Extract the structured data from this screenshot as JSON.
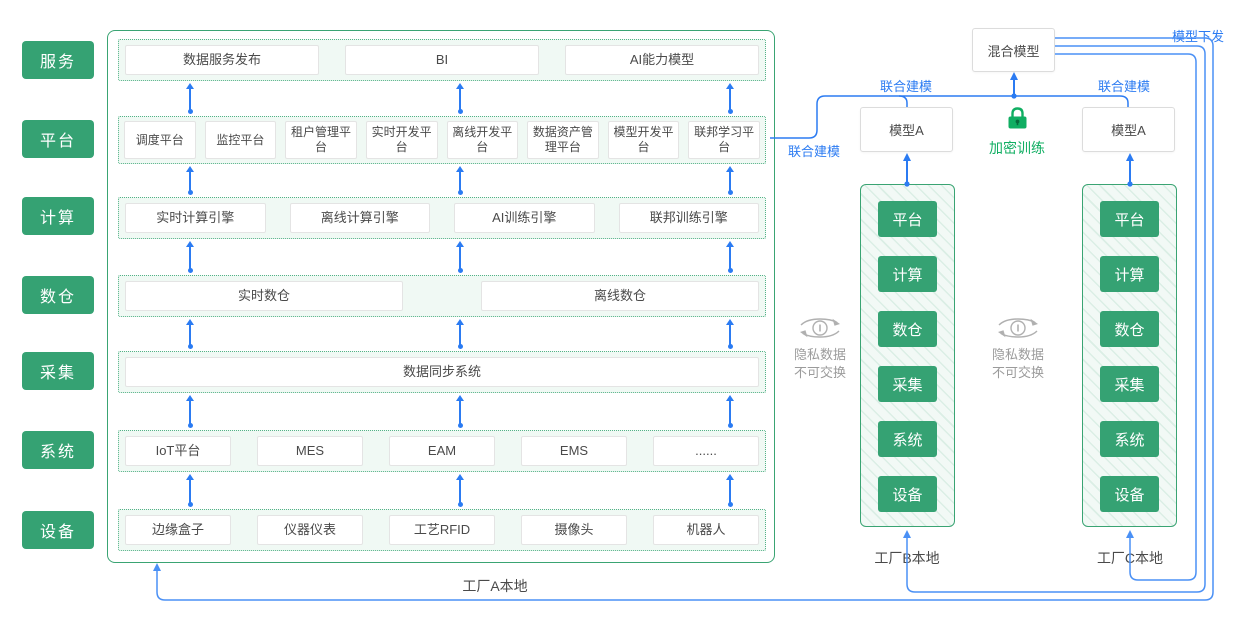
{
  "palette": {
    "green": "#35a273",
    "green_bright": "#10ae62",
    "blue": "#2b7bf2",
    "blue_light": "#4a90f5",
    "gray": "#9b9b9b"
  },
  "layers": [
    {
      "label": "服务"
    },
    {
      "label": "平台"
    },
    {
      "label": "计算"
    },
    {
      "label": "数仓"
    },
    {
      "label": "采集"
    },
    {
      "label": "系统"
    },
    {
      "label": "设备"
    }
  ],
  "factory_a": {
    "caption": "工厂A本地",
    "rows": [
      {
        "name": "service",
        "boxes": [
          "数据服务发布",
          "BI",
          "AI能力模型"
        ]
      },
      {
        "name": "platform",
        "boxes": [
          "调度平台",
          "监控平台",
          "租户管理平台",
          "实时开发平台",
          "离线开发平台",
          "数据资产管理平台",
          "模型开发平台",
          "联邦学习平台"
        ]
      },
      {
        "name": "compute",
        "boxes": [
          "实时计算引擎",
          "离线计算引擎",
          "AI训练引擎",
          "联邦训练引擎"
        ]
      },
      {
        "name": "warehouse",
        "boxes": [
          "实时数仓",
          "离线数仓"
        ]
      },
      {
        "name": "collection",
        "boxes": [
          "数据同步系统"
        ]
      },
      {
        "name": "system",
        "boxes": [
          "IoT平台",
          "MES",
          "EAM",
          "EMS",
          "......"
        ]
      },
      {
        "name": "device",
        "boxes": [
          "边缘盒子",
          "仪器仪表",
          "工艺RFID",
          "摄像头",
          "机器人"
        ]
      }
    ]
  },
  "federation": {
    "hybrid_model": "混合模型",
    "model_a_left": "模型A",
    "model_a_right": "模型A",
    "joint_modeling_label": "联合建模",
    "model_distribution_label": "模型下发",
    "encrypted_training_label": "加密训练",
    "privacy_note_line1": "隐私数据",
    "privacy_note_line2": "不可交换",
    "factory_b": {
      "caption": "工厂B本地",
      "cells": [
        "平台",
        "计算",
        "数仓",
        "采集",
        "系统",
        "设备"
      ]
    },
    "factory_c": {
      "caption": "工厂C本地",
      "cells": [
        "平台",
        "计算",
        "数仓",
        "采集",
        "系统",
        "设备"
      ]
    }
  }
}
